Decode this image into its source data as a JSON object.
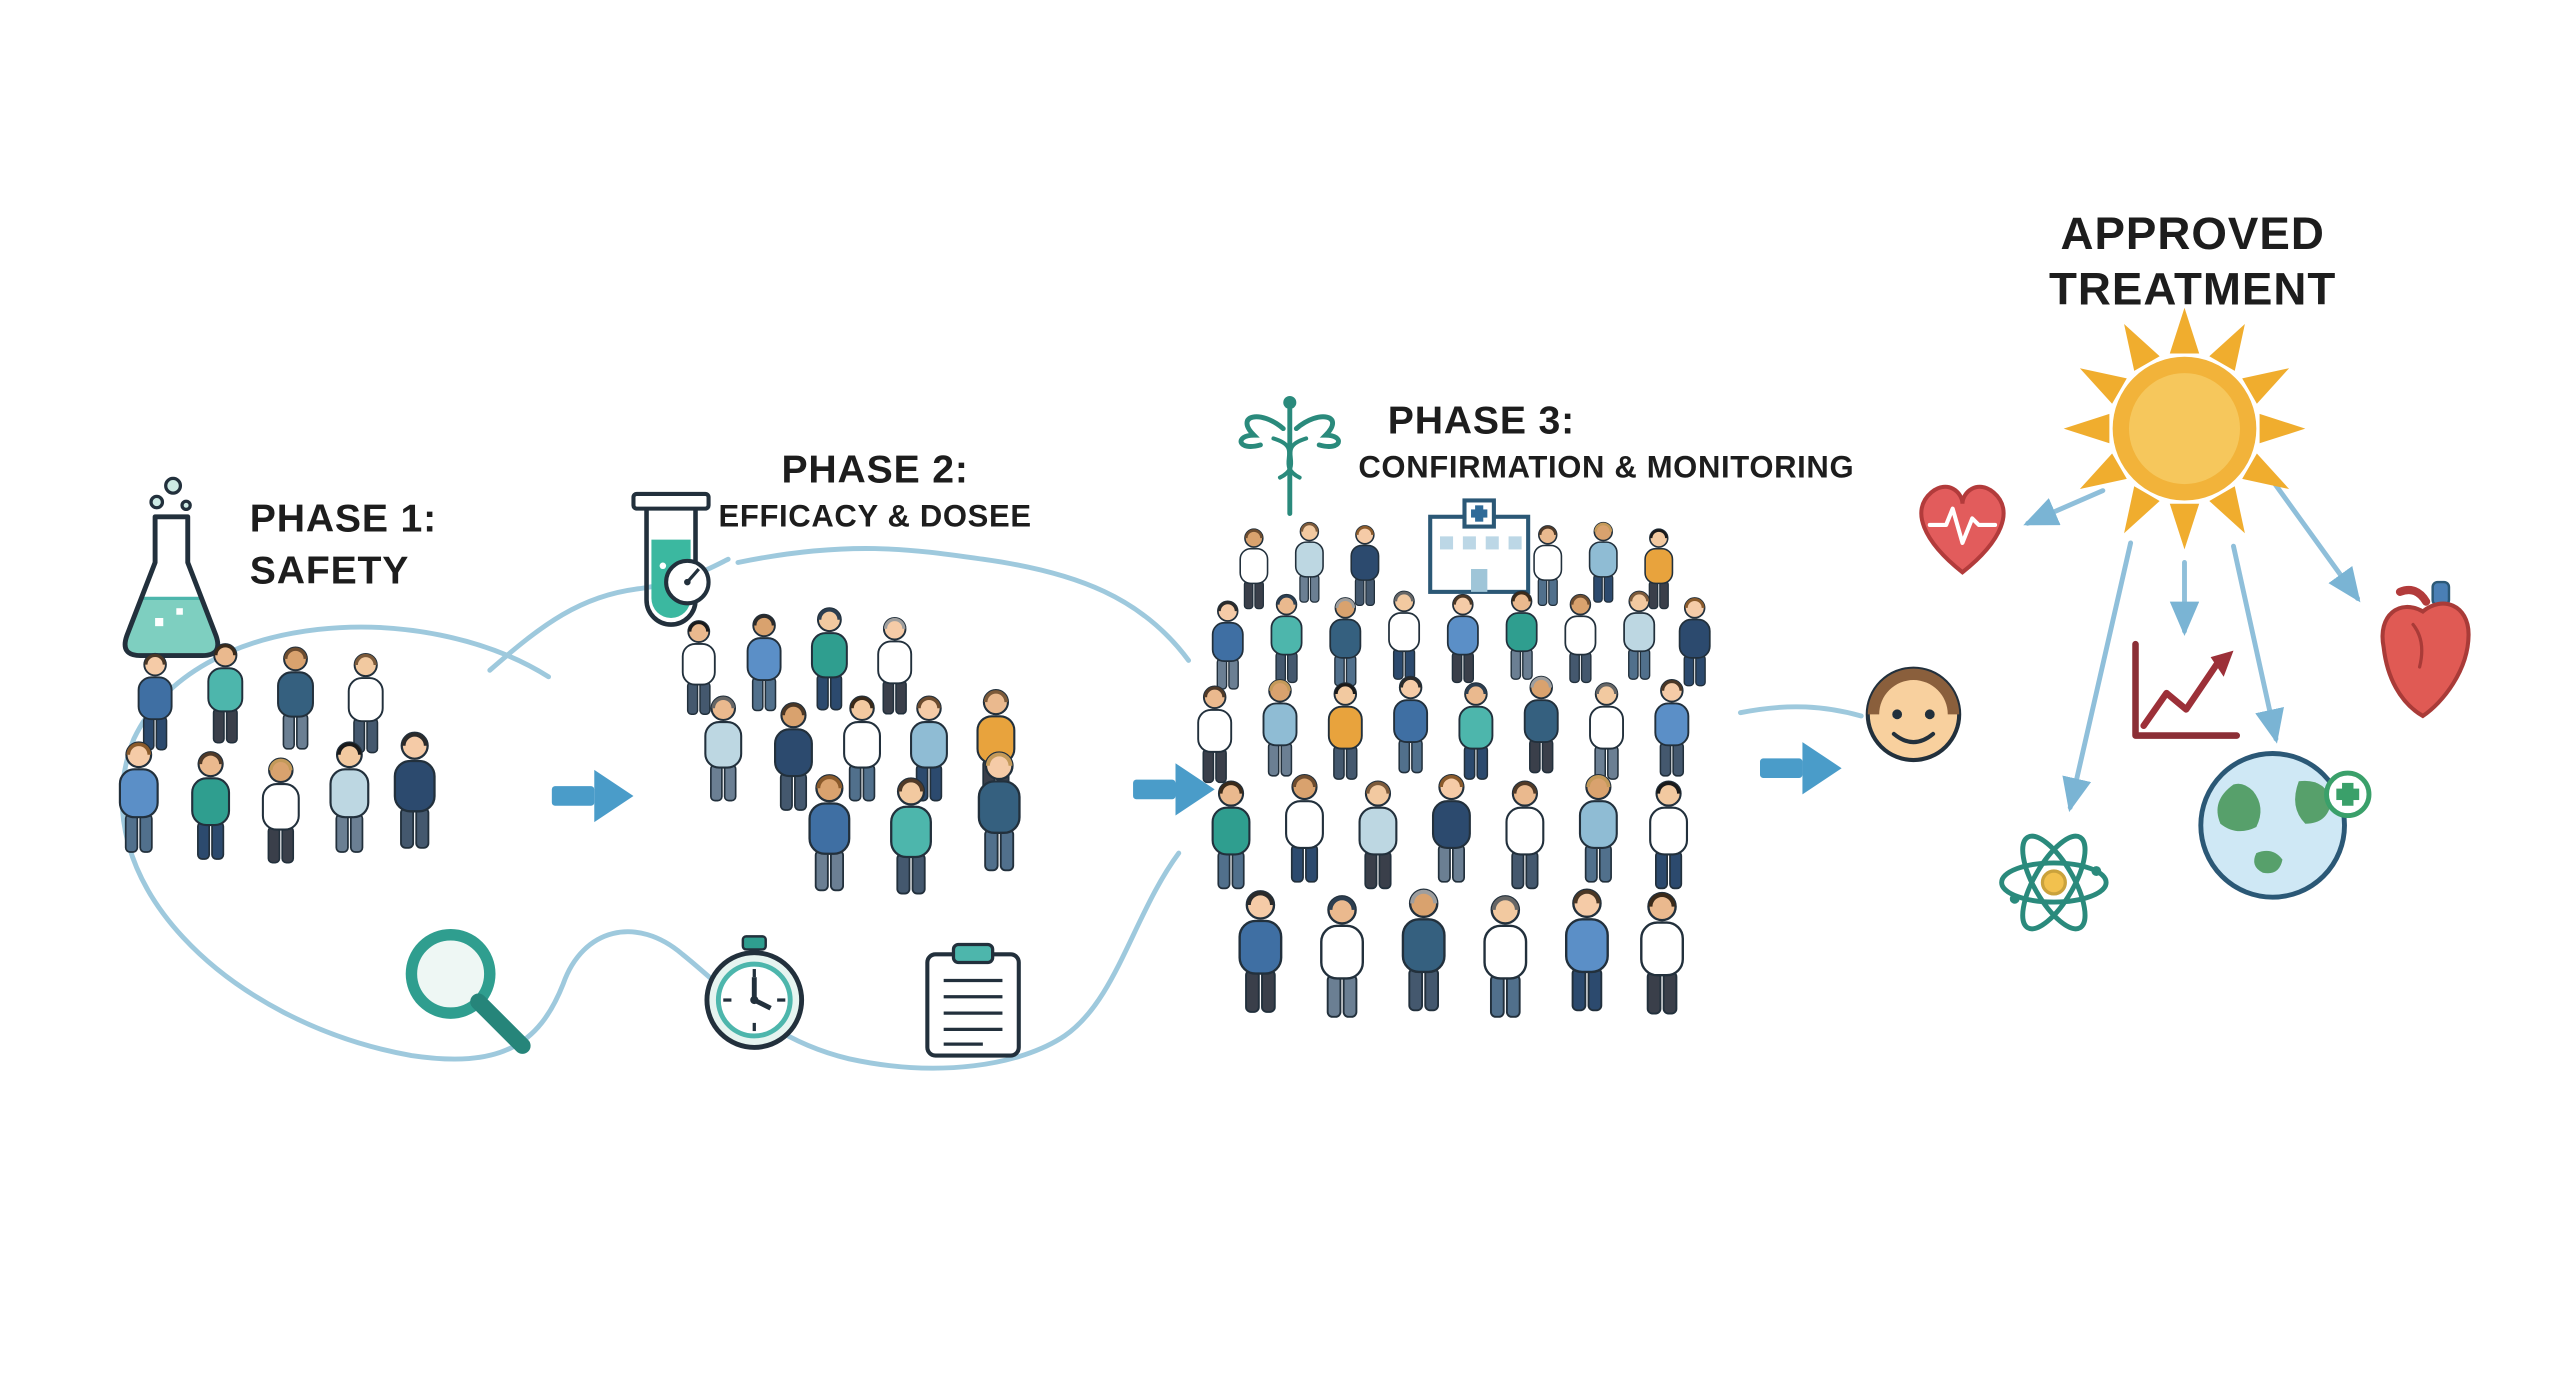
{
  "phases": {
    "phase1": {
      "title": "PHASE 1:",
      "subtitle": "SAFETY",
      "icons": [
        "flask-icon",
        "magnifying-glass-icon",
        "people-group-small"
      ]
    },
    "phase2": {
      "title": "PHASE 2:",
      "subtitle": "EFFICACY & DOSEE",
      "icons": [
        "test-tube-icon",
        "stopwatch-icon",
        "clipboard-icon",
        "people-group-medium"
      ]
    },
    "phase3": {
      "title": "PHASE 3:",
      "subtitle": "CONFIRMATION & MONITORING",
      "icons": [
        "caduceus-icon",
        "hospital-icon",
        "people-group-large"
      ]
    },
    "outcome": {
      "line1": "APPROVED",
      "line2": "TREATMENT",
      "icons": [
        "sun-icon",
        "heart-ecg-icon",
        "smiley-face-icon",
        "trend-chart-icon",
        "atom-icon",
        "globe-medical-icon",
        "anatomical-heart-icon"
      ]
    }
  },
  "colors": {
    "background": "#ffffff",
    "text": "#1d1d1d",
    "flow_line": "#9ec9dd",
    "arrow_blue": "#4a9cc9",
    "teal": "#2f9e8f",
    "sun_yellow": "#f2b33a",
    "heart_red": "#e25c5c",
    "chart_red": "#9c3038"
  }
}
